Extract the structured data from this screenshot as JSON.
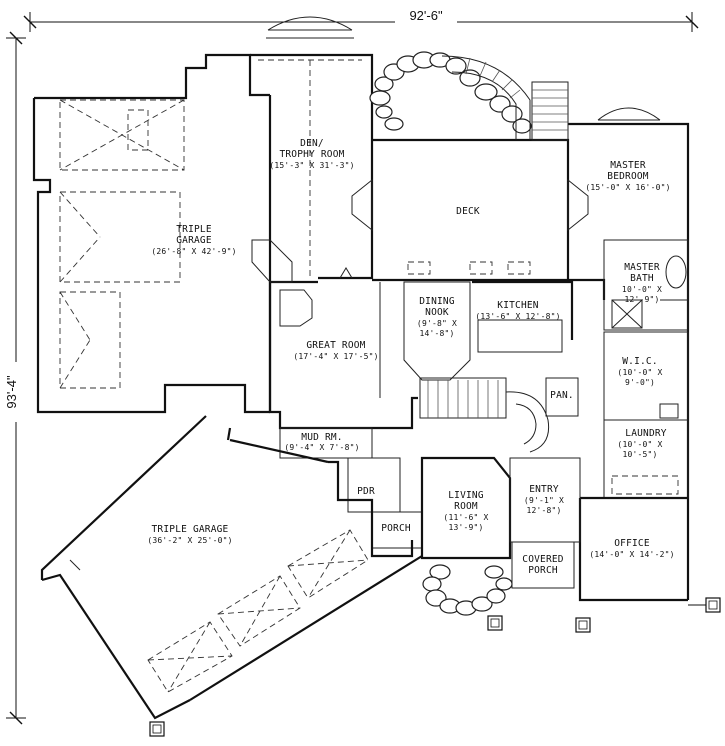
{
  "dimensions": {
    "overall_width": "92'-6\"",
    "overall_depth": "93'-4\""
  },
  "rooms": {
    "den": {
      "name_line1": "DEN/",
      "name_line2": "TROPHY ROOM",
      "size": "(15'-3\" X 31'-3\")"
    },
    "deck": {
      "name": "DECK"
    },
    "master_bedroom": {
      "name_line1": "MASTER",
      "name_line2": "BEDROOM",
      "size": "(15'-0\" X 16'-0\")"
    },
    "master_bath": {
      "name_line1": "MASTER",
      "name_line2": "BATH",
      "size_line1": "10'-0\" X",
      "size_line2": "12'-9\")"
    },
    "triple_garage_upper": {
      "name_line1": "TRIPLE",
      "name_line2": "GARAGE",
      "size": "(26'-8\" X 42'-9\")"
    },
    "dining_nook": {
      "name_line1": "DINING",
      "name_line2": "NOOK",
      "size_line1": "(9'-8\" X",
      "size_line2": "14'-8\")"
    },
    "kitchen": {
      "name": "KITCHEN",
      "size": "(13'-6\" X 12'-8\")"
    },
    "great_room": {
      "name": "GREAT ROOM",
      "size": "(17'-4\" X 17'-5\")"
    },
    "wic": {
      "name": "W.I.C.",
      "size_line1": "(10'-0\" X",
      "size_line2": "9'-0\")"
    },
    "pantry": {
      "name": "PAN."
    },
    "laundry": {
      "name": "LAUNDRY",
      "size_line1": "(10'-0\" X",
      "size_line2": "10'-5\")"
    },
    "mud_room": {
      "name": "MUD RM.",
      "size": "(9'-4\" X 7'-8\")"
    },
    "powder": {
      "name": "PDR"
    },
    "porch": {
      "name": "PORCH"
    },
    "living_room": {
      "name_line1": "LIVING",
      "name_line2": "ROOM",
      "size_line1": "(11'-6\" X",
      "size_line2": "13'-9\")"
    },
    "entry": {
      "name": "ENTRY",
      "size_line1": "(9'-1\" X",
      "size_line2": "12'-8\")"
    },
    "covered_porch": {
      "name_line1": "COVERED",
      "name_line2": "PORCH"
    },
    "office": {
      "name": "OFFICE",
      "size": "(14'-0\" X 14'-2\")"
    },
    "triple_garage_lower": {
      "name": "TRIPLE GARAGE",
      "size": "(36'-2\" X 25'-0\")"
    }
  }
}
